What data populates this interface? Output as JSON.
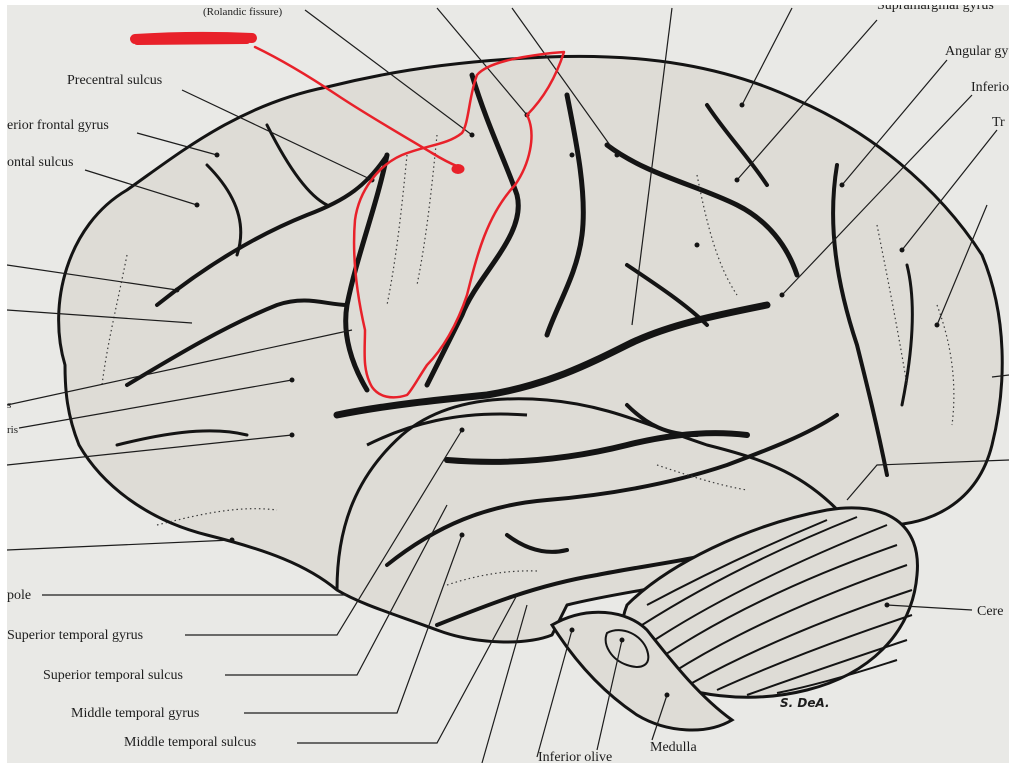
{
  "labels": {
    "rolandic": "(Rolandic fissure)",
    "supramarginal": "Supramarginal gyrus",
    "angular": "Angular gy",
    "inferior": "Inferio",
    "tr": "Tr",
    "precentral": "Precentral sulcus",
    "sup_frontal_gyrus": "erior frontal gyrus",
    "frontal_sulcus": "ontal sulcus",
    "s_fragment": "s",
    "ris_fragment": "ris",
    "pole": "pole",
    "sup_temp_gyrus": "Superior temporal gyrus",
    "sup_temp_sulcus": "Superior temporal sulcus",
    "mid_temp_gyrus": "Middle temporal gyrus",
    "mid_temp_sulcus": "Middle temporal sulcus",
    "inferior_olive": "Inferior olive",
    "medulla": "Medulla",
    "cere": "Cere",
    "signature": "S. DeA."
  },
  "colors": {
    "ink": "#141414",
    "paper": "#e9e9e6",
    "annotation": "#e8212a"
  }
}
